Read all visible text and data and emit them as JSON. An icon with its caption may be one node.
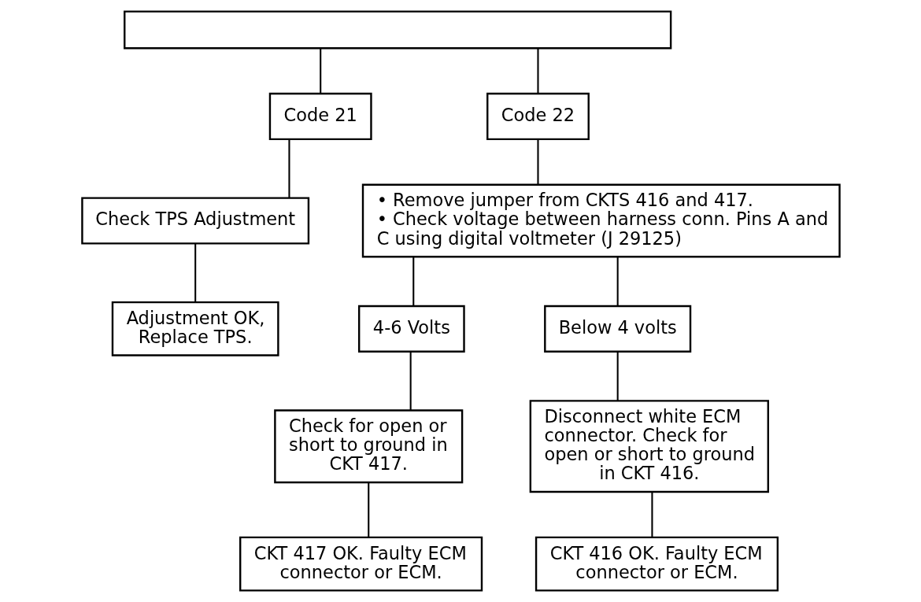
{
  "diagram": {
    "nodes": [
      {
        "text": [],
        "shape": "box"
      },
      {
        "text": [
          "Code 21"
        ]
      },
      {
        "text": [
          "Code 22"
        ]
      },
      {
        "text": [
          "Check TPS Adjustment"
        ]
      },
      {
        "text": [
          "Adjustment OK, Replace TPS."
        ]
      },
      {
        "text": [
          "• Remove jumper from CKTS 416 and 417.",
          "• Check voltage between harness conn. Pins A and C using digital voltmeter (J 29125)"
        ]
      },
      {
        "text": [
          "4-6 Volts"
        ]
      },
      {
        "text": [
          "Below 4 volts"
        ]
      },
      {
        "text": [
          "Check for open or short to ground in CKT 417."
        ]
      },
      {
        "text": [
          "Disconnect white ECM connector. Check for open or short to ground in CKT 416."
        ]
      },
      {
        "text": [
          "CKT 417 OK. Faulty ECM connector or ECM."
        ]
      },
      {
        "text": [
          "CKT 416 OK. Faulty ECM connector or ECM."
        ]
      }
    ],
    "edges": [
      {
        "from": 0,
        "to": 1,
        "arrow": "none"
      },
      {
        "from": 0,
        "to": 2,
        "arrow": "none"
      },
      {
        "from": 1,
        "to": 3,
        "arrow": "none"
      },
      {
        "from": 3,
        "to": 4,
        "arrow": "none"
      },
      {
        "from": 2,
        "to": 5,
        "arrow": "none"
      },
      {
        "from": 5,
        "to": 6,
        "arrow": "none"
      },
      {
        "from": 5,
        "to": 7,
        "arrow": "none"
      },
      {
        "from": 6,
        "to": 8,
        "arrow": "none"
      },
      {
        "from": 7,
        "to": 9,
        "arrow": "none"
      },
      {
        "from": 8,
        "to": 10,
        "arrow": "none"
      },
      {
        "from": 9,
        "to": 11,
        "arrow": "none"
      }
    ]
  }
}
